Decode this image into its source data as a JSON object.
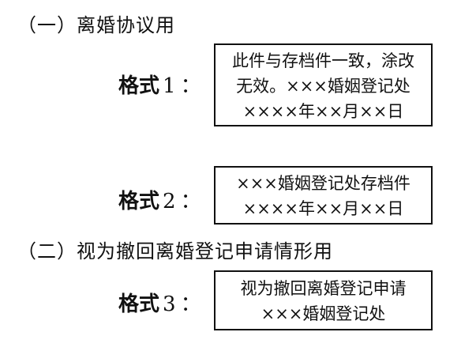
{
  "sections": [
    {
      "heading": "（一）离婚协议用",
      "formats": [
        {
          "label": "格式",
          "number": "1",
          "colon": "：",
          "stamp_lines": [
            "此件与存档件一致，涂改",
            "无效。×××婚姻登记处",
            "××××年××月××日"
          ]
        },
        {
          "label": "格式",
          "number": "2",
          "colon": "：",
          "stamp_lines": [
            "×××婚姻登记处存档件",
            "××××年××月××日"
          ]
        }
      ]
    },
    {
      "heading": "（二）视为撤回离婚登记申请情形用",
      "formats": [
        {
          "label": "格式",
          "number": "3",
          "colon": "：",
          "stamp_lines": [
            "视为撤回离婚登记申请",
            "×××婚姻登记处"
          ]
        }
      ]
    }
  ]
}
